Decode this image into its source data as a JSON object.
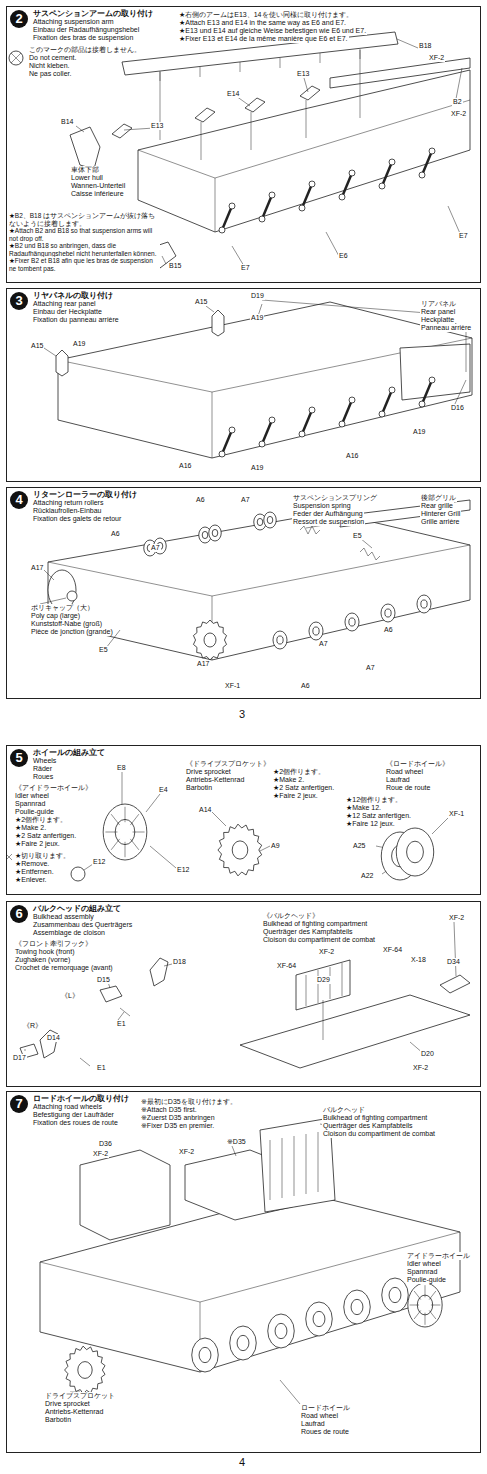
{
  "diagram": {
    "nodes": [
      {
        "text": [
          "サスペンションアームの取り付け",
          "Attaching suspension arm",
          "Einbau der Radaufhängungshebel",
          "Fixation des bras de suspension"
        ]
      },
      {
        "text": [
          "2"
        ],
        "in": 0
      },
      {
        "text": [
          "リヤパネルの取り付け",
          "Attaching rear panel",
          "Einbau der Heckplatte",
          "Fixation du panneau arrière"
        ]
      },
      {
        "text": [
          "3"
        ],
        "in": 2
      },
      {
        "text": [
          "リターンローラーの取り付け",
          "Attaching return rollers",
          "Rücklaufrollen-Einbau",
          "Fixation des galets de retour"
        ]
      },
      {
        "text": [
          "4"
        ],
        "in": 4
      },
      {
        "text": [
          "ホイールの組み立て",
          "Wheels",
          "Räder",
          "Roues"
        ]
      },
      {
        "text": [
          "5"
        ],
        "in": 6
      },
      {
        "text": [
          "バルクヘッドの組み立て",
          "Bulkhead assembly",
          "Zusammenbau des Querträgers",
          "Assemblage de cloison"
        ]
      },
      {
        "text": [
          "6"
        ],
        "in": 8
      },
      {
        "text": [
          "ロードホイールの取り付け",
          "Attaching road wheels",
          "Befestigung der Laufräder",
          "Fixation des roues de route"
        ]
      },
      {
        "text": [
          "7"
        ],
        "in": 10
      }
    ],
    "labels": [
      "★右側のアームはE13、14を使い同様に取り付けます。",
      "★Attach E13 and E14 in the same way as E6 and E7.",
      "★E13 und E14 auf gleiche Weise befestigen wie E6 und E7.",
      "★Fixer E13 et E14 de la même manière que E6 et E7.",
      "B18",
      "XF-2",
      "このマークの部品は接着しません。",
      "Do not cement.",
      "Nicht kleben.",
      "Ne pas coller.",
      "E13",
      "B2",
      "XF-2",
      "E14",
      "E13",
      "B14",
      "車体下部",
      "Lower hull",
      "Wannen-Unterteil",
      "Caisse inférieure",
      "★B2、B18 はサスペンションアームが抜け落ちないように接着します。",
      "★Attach B2 and B18 so that suspension arms will not drop off.",
      "★B2 und B18 so anbringen, dass die Radaufhängungshebel nicht herunterfallen können.",
      "★Fixer B2 et B18 afin que les bras de suspension ne tombent pas.",
      "B15",
      "E7",
      "E6",
      "E7",
      "A15",
      "D19",
      "A19",
      "A15",
      "A19",
      "リアパネル",
      "Rear panel",
      "Heckplatte",
      "Panneau arrière",
      "D16",
      "A16",
      "A19",
      "A16",
      "A19",
      "A6",
      "A7",
      "サスペンションスプリング",
      "Suspension spring",
      "Feder der Aufhängung",
      "Ressort de suspension",
      "後部グリル",
      "Rear grille",
      "Hinterer Grill",
      "Grille arrière",
      "A6",
      "A7",
      "E5",
      "A17",
      "ポリキャップ（大）",
      "Poly cap (large)",
      "Kunststoff-Nabe (groß)",
      "Pièce de jonction (grande)",
      "E5",
      "A7",
      "A6",
      "A7",
      "A6",
      "A17",
      "XF-1",
      "3",
      "《アイドラーホイール》",
      "Idler wheel",
      "Spannrad",
      "Poulie-guide",
      "★2個作ります。",
      "★Make 2.",
      "★2 Satz anfertigen.",
      "★Faire 2 jeux.",
      "E8",
      "E4",
      "★切り取ります。",
      "★Remove.",
      "★Entfernen.",
      "★Enlever.",
      "E12",
      "E12",
      "《ドライブスプロケット》",
      "Drive sprocket",
      "Antriebs-Kettenrad",
      "Barbotin",
      "★2個作ります。",
      "★Make 2.",
      "★2 Satz anfertigen.",
      "★Faire 2 jeux.",
      "A14",
      "A9",
      "《ロードホイール》",
      "Road wheel",
      "Laufrad",
      "Roue de route",
      "★12個作ります。",
      "★Make 12.",
      "★12 Satz anfertigen.",
      "★Faire 12 jeux.",
      "XF-1",
      "A25",
      "A22",
      "《フロント牽引フック》",
      "Towing hook (front)",
      "Zughaken (vorne)",
      "Crochet de remorquage (avant)",
      "D18",
      "《L》",
      "D15",
      "E1",
      "《R》",
      "D14",
      "D17",
      "E1",
      "《バルクヘッド》",
      "Bulkhead of fighting compartment",
      "Querträger des Kampfabteils",
      "Cloison du compartiment de combat",
      "XF-2",
      "XF-64",
      "XF-64",
      "D29",
      "XF-2",
      "X-18",
      "D34",
      "D20",
      "XF-2",
      "※最初にD35を取り付けます。",
      "※Attach D35 first.",
      "※Zuerst D35 anbringen",
      "※Fixer D35 en premier.",
      "D36",
      "XF-2",
      "XF-2",
      "※D35",
      "バルクヘッド",
      "Bulkhead of fighting compartment",
      "Querträger des Kampfabteils",
      "Cloison du compartiment de combat",
      "アイドラーホイール",
      "Idler wheel",
      "Spannrad",
      "Poulie-guide",
      "ドライブスプロケット",
      "Drive sprocket",
      "Antriebs-Kettenrad",
      "Barbotin",
      "ロードホイール",
      "Road wheel",
      "Laufrad",
      "Roues de route",
      "4"
    ]
  }
}
